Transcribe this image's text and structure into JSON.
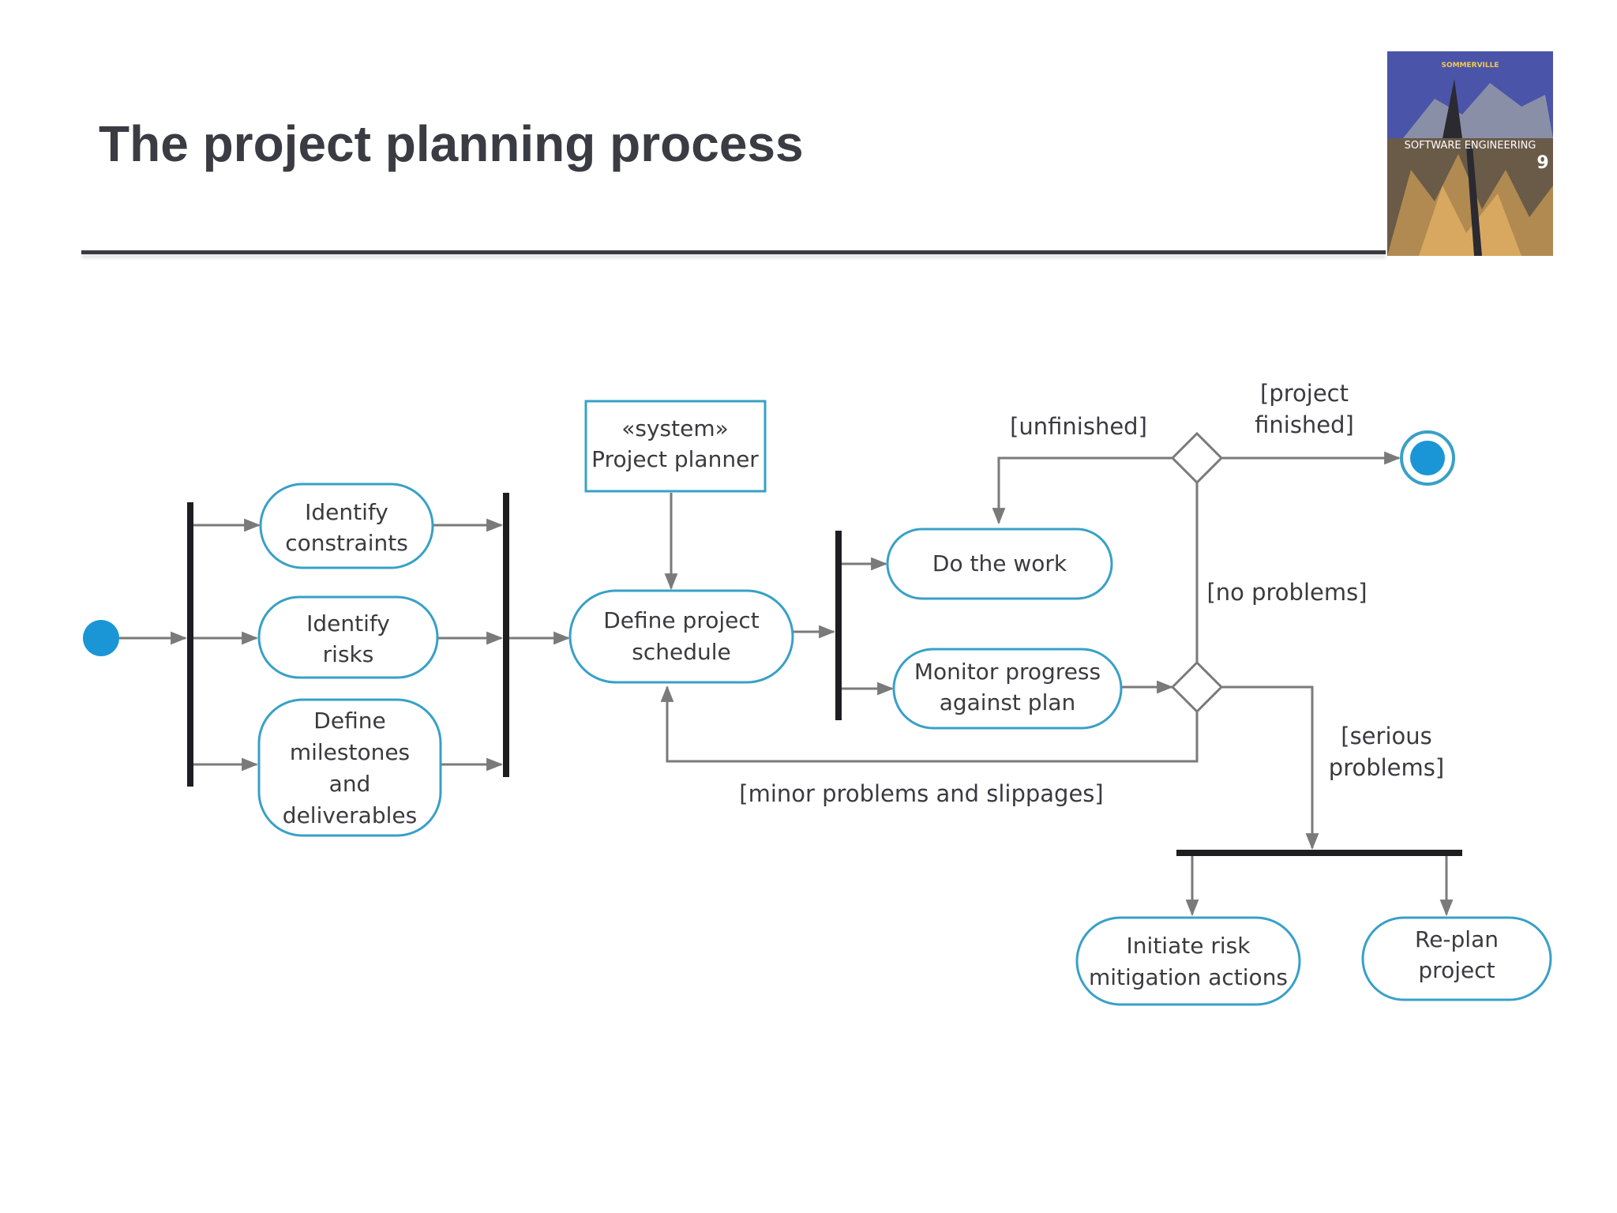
{
  "slide": {
    "title": "The project planning process"
  },
  "book_cover": {
    "author": "SOMMERVILLE",
    "title": "SOFTWARE ENGINEERING",
    "edition": "9"
  },
  "diagram": {
    "nodes": {
      "identify_constraints": [
        "Identify",
        "constraints"
      ],
      "identify_risks": [
        "Identify",
        "risks"
      ],
      "define_milestones": [
        "Define",
        "milestones",
        "and",
        "deliverables"
      ],
      "project_planner": [
        "«system»",
        "Project planner"
      ],
      "define_schedule": [
        "Define project",
        "schedule"
      ],
      "do_work": [
        "Do the work"
      ],
      "monitor_progress": [
        "Monitor progress",
        "against plan"
      ],
      "initiate_risk": [
        "Initiate risk",
        "mitigation actions"
      ],
      "replan": [
        "Re-plan",
        "project"
      ]
    },
    "guards": {
      "unfinished": "[unfinished]",
      "project_finished": [
        "[project",
        "finished]"
      ],
      "no_problems": "[no problems]",
      "serious_problems": [
        "[serious",
        "problems]"
      ],
      "minor_problems": "[minor problems and slippages]"
    }
  },
  "colors": {
    "accent": "#1a96d6",
    "activity_border": "#38a0c8",
    "title": "#3b3b43",
    "flow": "#7a7a7a"
  }
}
